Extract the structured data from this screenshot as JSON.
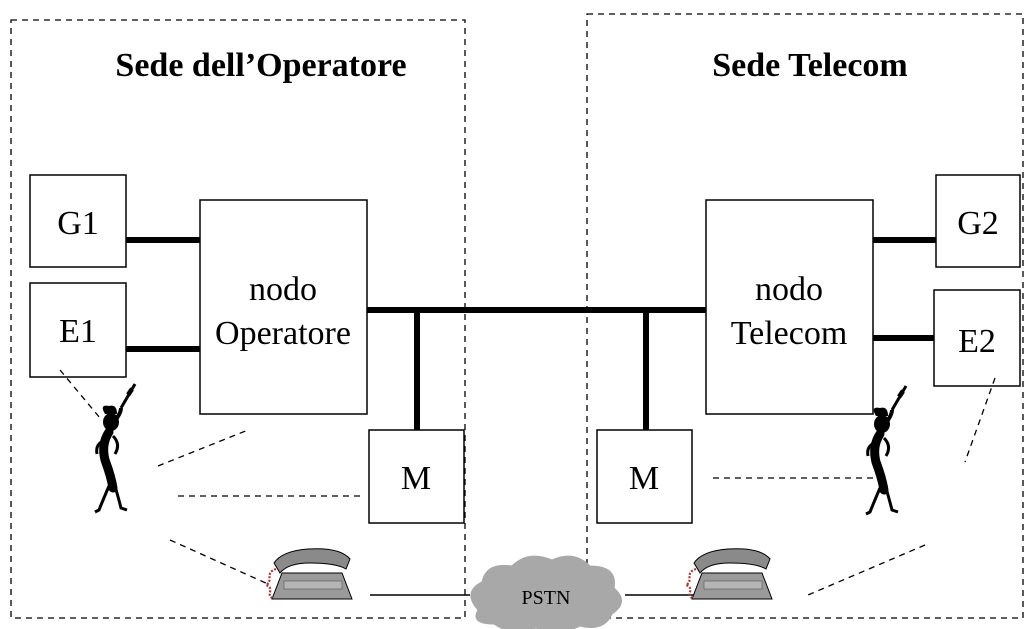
{
  "sites": {
    "operator_title": "Sede dell’Operatore",
    "telecom_title": "Sede Telecom"
  },
  "boxes": {
    "g1": "G1",
    "e1": "E1",
    "g2": "G2",
    "e2": "E2",
    "modem_left": "M",
    "modem_right": "M"
  },
  "nodes": {
    "operator_line1": "nodo",
    "operator_line2": "Operatore",
    "telecom_line1": "nodo",
    "telecom_line2": "Telecom"
  },
  "network": {
    "pstn": "PSTN"
  },
  "icons": [
    "person-icon",
    "telephone-icon",
    "cloud-icon"
  ],
  "colors": {
    "line": "#000000",
    "phone_body": "#8a8a8a",
    "phone_cord": "#b03030",
    "cloud": "#a8a8a8"
  }
}
